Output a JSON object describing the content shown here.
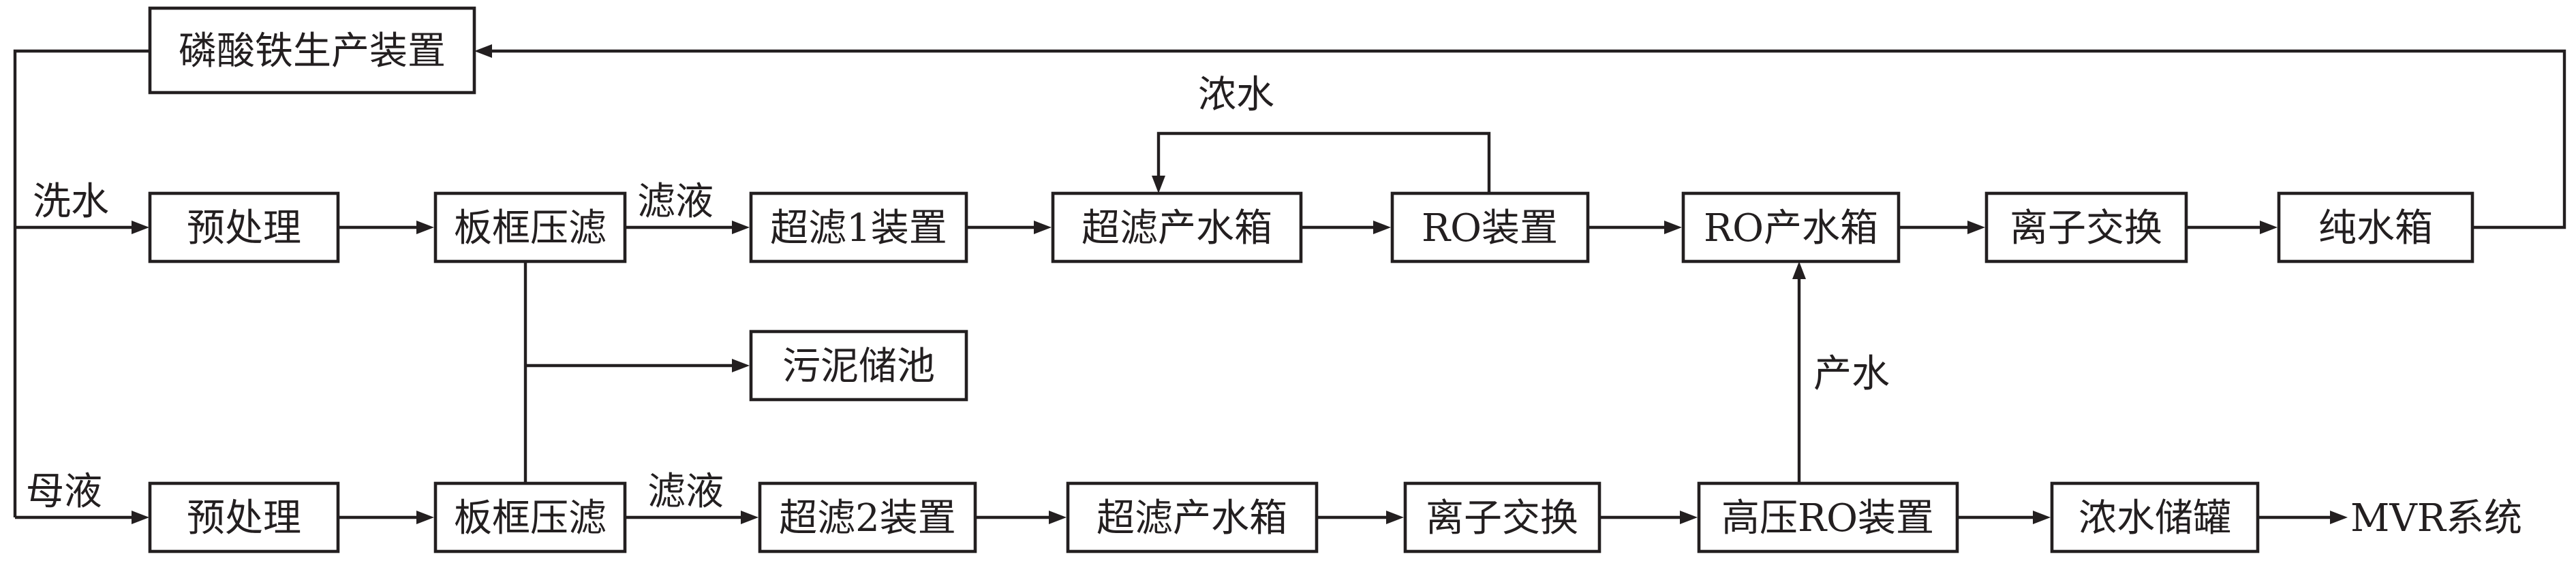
{
  "nodes": {
    "fepo4_plant": "磷酸铁生产装置",
    "pretreat_top": "预处理",
    "filterpress_top": "板框压滤",
    "uf1": "超滤1装置",
    "uf_tank_top": "超滤产水箱",
    "ro": "RO装置",
    "ro_tank": "RO产水箱",
    "ion_exchange_top": "离子交换",
    "pure_water_tank": "纯水箱",
    "sludge_pool": "污泥储池",
    "pretreat_bottom": "预处理",
    "filterpress_bottom": "板框压滤",
    "uf2": "超滤2装置",
    "uf_tank_bottom": "超滤产水箱",
    "ion_exchange_bottom": "离子交换",
    "hp_ro": "高压RO装置",
    "brine_tank": "浓水储罐",
    "mvr": "MVR系统"
  },
  "labels": {
    "wash_water": "洗水",
    "mother_liquor": "母液",
    "filtrate_top": "滤液",
    "filtrate_bottom": "滤液",
    "concentrate": "浓水",
    "permeate": "产水"
  }
}
